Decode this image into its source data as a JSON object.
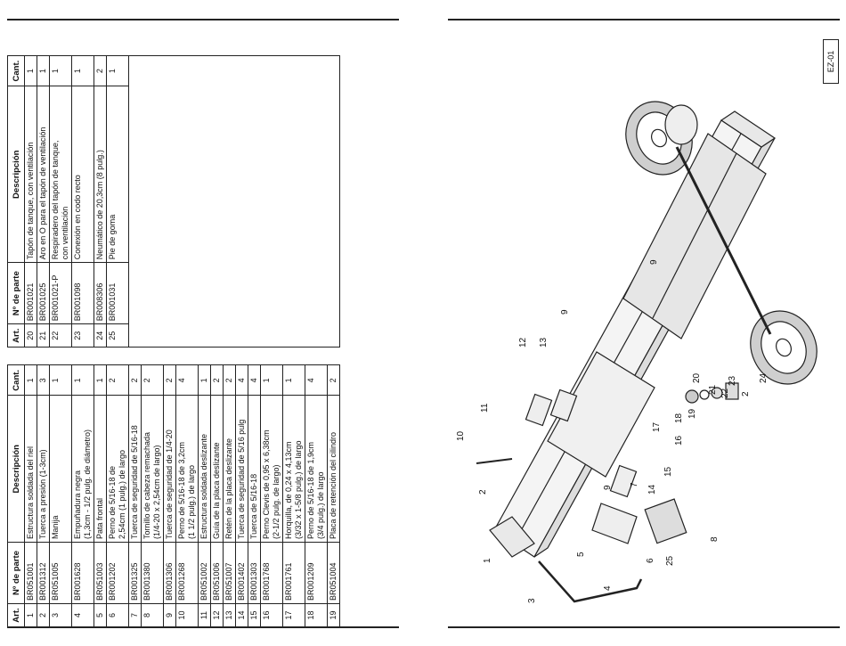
{
  "table": {
    "headers": {
      "art": "Art.",
      "part": "Nº de parte",
      "desc": "Descripción",
      "qty": "Cant."
    },
    "headers_right": {
      "art": "Art.",
      "part": "Nº de parte",
      "desc": "Descripción",
      "qty": "Cant."
    },
    "rows": [
      {
        "art": "1",
        "part": "BR051001",
        "desc": [
          "Estructura soldada del riel"
        ],
        "qty": "1"
      },
      {
        "art": "2",
        "part": "BR001312",
        "desc": [
          "Tuerca a presión (1-3cm)"
        ],
        "qty": "3"
      },
      {
        "art": "3",
        "part": "BR051005",
        "desc": [
          "Manija"
        ],
        "qty": "1"
      },
      {
        "art": "4",
        "part": "BR001628",
        "desc": [
          "Empuñadura negra",
          "(1,3cm - 1/2 pulg. de diámetro)"
        ],
        "qty": "1"
      },
      {
        "art": "5",
        "part": "BR051003",
        "desc": [
          "Pata frontal"
        ],
        "qty": "1"
      },
      {
        "art": "6",
        "part": "BR001202",
        "desc": [
          "Perno de 5/16-18 de",
          "2,54cm (1 pulg.) de largo"
        ],
        "qty": "2"
      },
      {
        "art": "7",
        "part": "BR001325",
        "desc": [
          "Tuerca de seguridad de 5/16-18"
        ],
        "qty": "2"
      },
      {
        "art": "8",
        "part": "BR001380",
        "desc": [
          "Tornillo de cabeza remachada",
          "(1/4-20 x 2,54cm de largo)"
        ],
        "qty": "2"
      },
      {
        "art": "9",
        "part": "BR001306",
        "desc": [
          "Tuerca de seguridad de 1/4-20"
        ],
        "qty": "2"
      },
      {
        "art": "10",
        "part": "BR001268",
        "desc": [
          "Perno de 5/16-18 de 3,2cm",
          "(1 1/2 pulg.) de largo"
        ],
        "qty": "4"
      },
      {
        "art": "11",
        "part": "BR051002",
        "desc": [
          "Estructura soldada deslizante"
        ],
        "qty": "1"
      },
      {
        "art": "12",
        "part": "BR051006",
        "desc": [
          "Guía de la placa deslizante"
        ],
        "qty": "2"
      },
      {
        "art": "13",
        "part": "BR051007",
        "desc": [
          "Retén de la placa deslizante"
        ],
        "qty": "2"
      },
      {
        "art": "14",
        "part": "BR001402",
        "desc": [
          "Tuerca de seguridad de 5/16 pulg"
        ],
        "qty": "4"
      },
      {
        "art": "15",
        "part": "BR001303",
        "desc": [
          "Tuerca de 5/16-18"
        ],
        "qty": "4"
      },
      {
        "art": "16",
        "part": "BR001768",
        "desc": [
          "Perno Clevis de 0,95 x 6,38cm",
          "(2-1/2 pulg. de largo)"
        ],
        "qty": "1"
      },
      {
        "art": "17",
        "part": "BR001761",
        "desc": [
          "Horquilla, de 0,24 x 4,13cm",
          "(3/32 x 1-5/8 pulg.) de largo"
        ],
        "qty": "1"
      },
      {
        "art": "18",
        "part": "BR001209",
        "desc": [
          "Perno de 5/16-18 de 1,9cm",
          "(3/4 pulg.) de largo"
        ],
        "qty": "4"
      },
      {
        "art": "19",
        "part": "BR051004",
        "desc": [
          "Placa de retención del cilindro"
        ],
        "qty": "2"
      }
    ],
    "rows_right": [
      {
        "art": "20",
        "part": "BR001021",
        "desc": [
          "Tapón de tanque, con ventilación"
        ],
        "qty": "1"
      },
      {
        "art": "21",
        "part": "BR001025",
        "desc": [
          "Aro en O para el tapón de ventilación"
        ],
        "qty": "1"
      },
      {
        "art": "22",
        "part": "BR001021-P",
        "desc": [
          "Respiradero del tapón de tanque,",
          "con ventilación"
        ],
        "qty": "1"
      },
      {
        "art": "23",
        "part": "BR001098",
        "desc": [
          "Conexión en codo recto"
        ],
        "qty": "1"
      },
      {
        "art": "24",
        "part": "BR008306",
        "desc": [
          "Neumático de 20,3cm (8 pulg.)"
        ],
        "qty": "2"
      },
      {
        "art": "25",
        "part": "BR001031",
        "desc": [
          "Pie de goma"
        ],
        "qty": "1"
      }
    ]
  },
  "diagram": {
    "code": "EZ-01",
    "callouts": [
      "1",
      "2",
      "3",
      "4",
      "5",
      "6",
      "7",
      "8",
      "9",
      "10",
      "11",
      "12",
      "13",
      "14",
      "15",
      "16",
      "17",
      "18",
      "19",
      "20",
      "21",
      "22",
      "23",
      "2",
      "24",
      "25",
      "9",
      "9"
    ]
  }
}
